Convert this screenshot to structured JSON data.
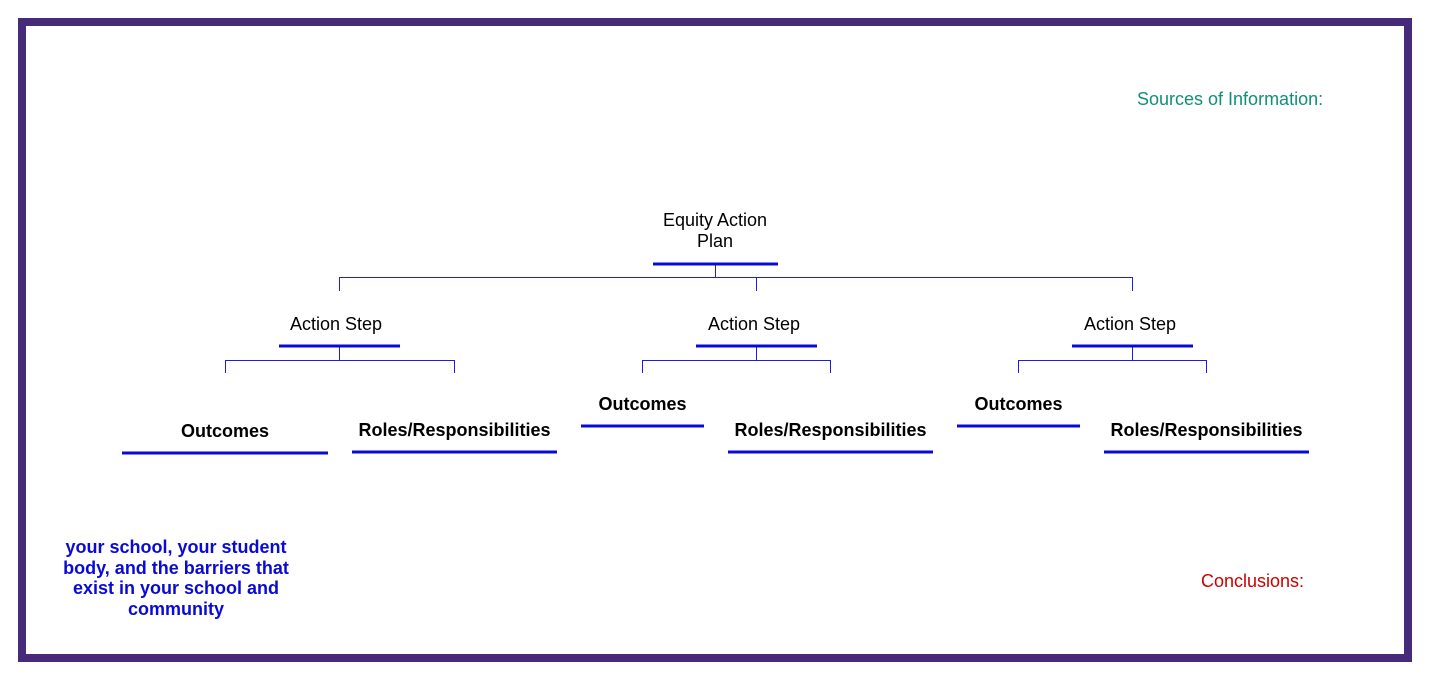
{
  "sources_label": "Sources of Information:",
  "conclusions_label": "Conclusions:",
  "root": {
    "label_line1": "Equity Action",
    "label_line2": "Plan"
  },
  "branches": [
    {
      "step": "Action Step",
      "outcomes": "Outcomes",
      "roles": "Roles/Responsibilities"
    },
    {
      "step": "Action Step",
      "outcomes": "Outcomes",
      "roles": "Roles/Responsibilities"
    },
    {
      "step": "Action Step",
      "outcomes": "Outcomes",
      "roles": "Roles/Responsibilities"
    }
  ],
  "note": {
    "line1": "your school, your student",
    "line2": "body, and the barriers that",
    "line3": "exist in your school and",
    "line4": "community"
  },
  "colors": {
    "frame": "#472a7a",
    "connector": "#1f1fd8",
    "underline": "#0a0ad6",
    "sources": "#0f8f7a",
    "conclusions": "#cc0000",
    "note": "#0a0ad6"
  }
}
